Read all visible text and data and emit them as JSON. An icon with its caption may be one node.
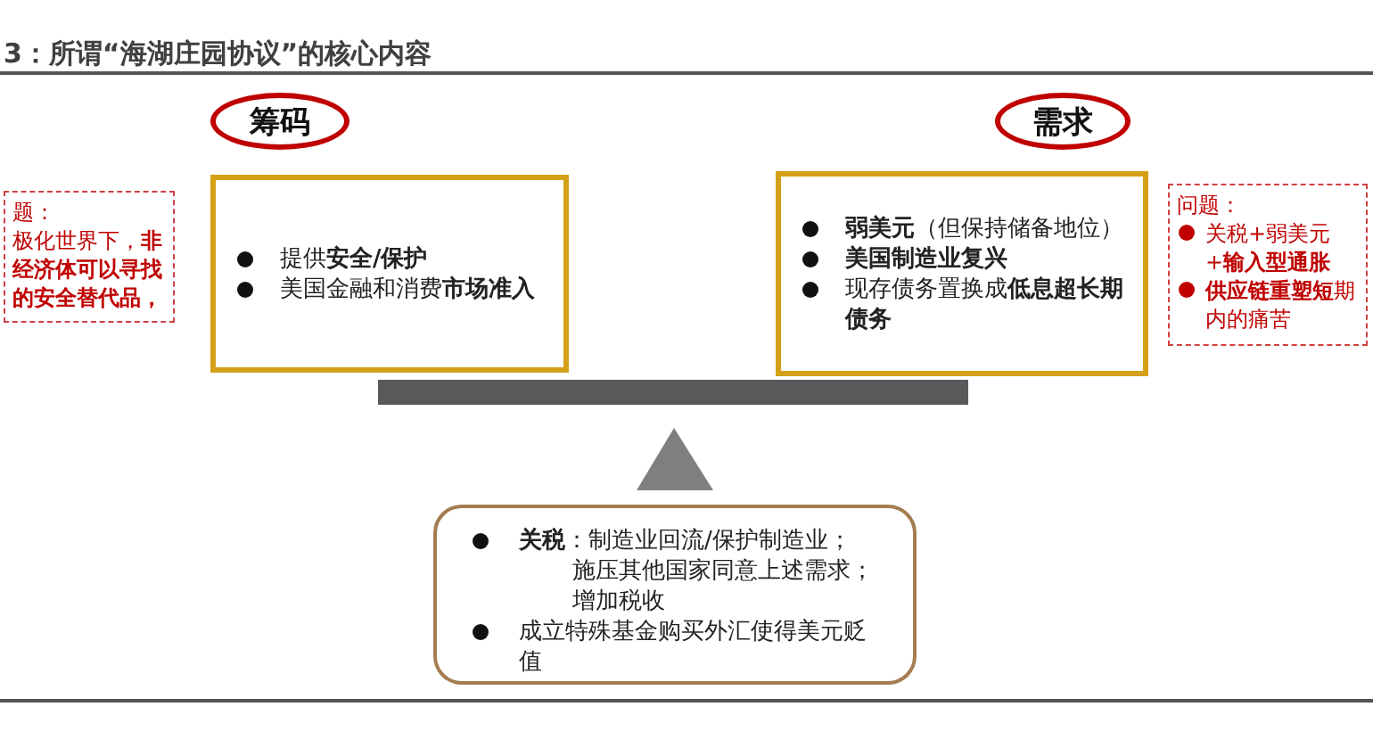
{
  "diagram": {
    "title": "3：所谓“海湖庄园协议”的核心内容",
    "nodes": [
      {
        "text": [
          "筹码"
        ]
      },
      {
        "text": [
          "提供**安全/保护**",
          "美国金融和消费**市场准入**"
        ]
      },
      {
        "text": [
          "需求"
        ]
      },
      {
        "text": [
          "**弱美元**（但保持储备地位）",
          "**美国制造业复兴**",
          "现存债务置换成**低息超长期债务**"
        ]
      },
      {
        "text": [
          "题：",
          "极化世界下，**非经济体可以寻找的安全替代品，**"
        ]
      },
      {
        "text": [
          "问题：",
          "关税+弱美元+**输入型通胀**",
          "**供应链重塑短**期内的痛苦"
        ]
      },
      {
        "text": [
          "**关税**：制造业回流/保护制造业；施压其他国家同意上述需求；增加税收",
          "成立特殊基金购买外汇使得美元贬值"
        ]
      }
    ]
  }
}
